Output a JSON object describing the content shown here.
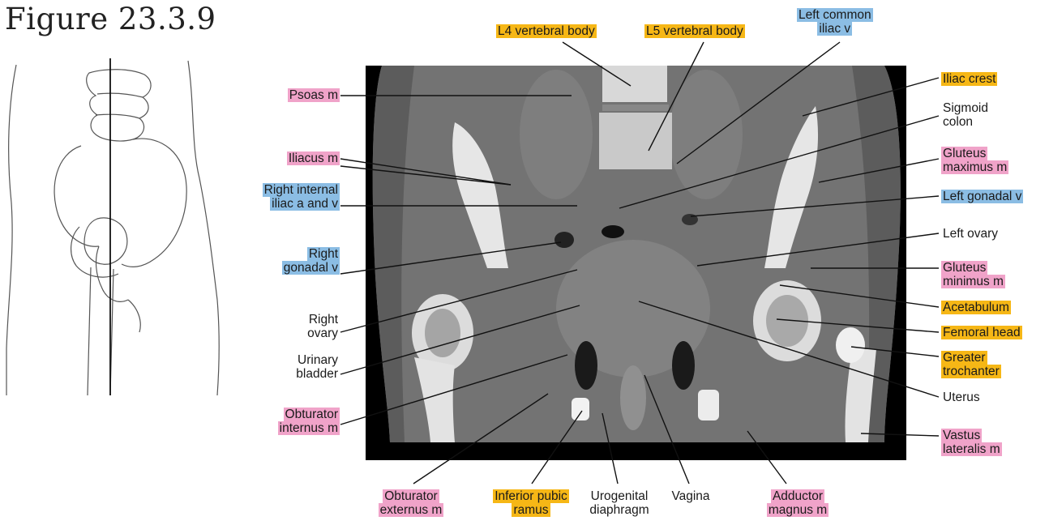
{
  "figure_title": "Figure 23.3.9",
  "colors": {
    "yellow": "#f6b716",
    "pink": "#f0a3c9",
    "blue": "#8bbde4"
  },
  "labels": {
    "l4": [
      "L4 vertebral body"
    ],
    "l5": [
      "L5 vertebral body"
    ],
    "left_common_iliac": [
      "Left common",
      "iliac v"
    ],
    "psoas": [
      "Psoas m"
    ],
    "iliac_crest": [
      "Iliac crest"
    ],
    "sigmoid": [
      "Sigmoid",
      "colon"
    ],
    "iliacus": [
      "Iliacus m"
    ],
    "gluteus_maximus": [
      "Gluteus",
      "maximus m"
    ],
    "right_internal_iliac": [
      "Right internal",
      "iliac a and v"
    ],
    "left_gonadal": [
      "Left gonadal v"
    ],
    "left_ovary": [
      "Left ovary"
    ],
    "right_gonadal": [
      "Right",
      "gonadal v"
    ],
    "gluteus_minimus": [
      "Gluteus",
      "minimus m"
    ],
    "right_ovary": [
      "Right",
      "ovary"
    ],
    "acetabulum": [
      "Acetabulum"
    ],
    "femoral_head": [
      "Femoral head"
    ],
    "urinary_bladder": [
      "Urinary",
      "bladder"
    ],
    "greater_trochanter": [
      "Greater",
      "trochanter"
    ],
    "uterus": [
      "Uterus"
    ],
    "obturator_internus": [
      "Obturator",
      "internus m"
    ],
    "vastus_lateralis": [
      "Vastus",
      "lateralis m"
    ],
    "obturator_externus": [
      "Obturator",
      "externus m"
    ],
    "inferior_pubic_ramus": [
      "Inferior pubic",
      "ramus"
    ],
    "urogenital_diaphragm": [
      "Urogenital",
      "diaphragm"
    ],
    "vagina": [
      "Vagina"
    ],
    "adductor_magnus": [
      "Adductor",
      "magnus m"
    ]
  }
}
